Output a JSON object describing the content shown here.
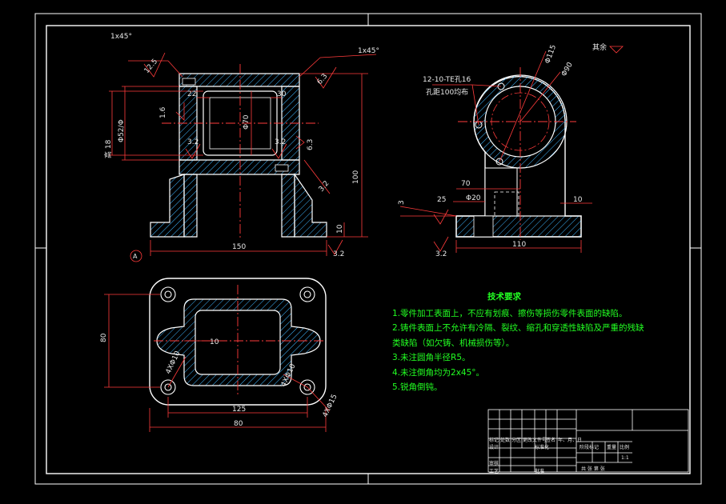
{
  "colors": {
    "background": "#000000",
    "outline": "#ffffff",
    "dimension": "#ff3b3b",
    "center_line": "#ff3b3b",
    "hatch": "#3fb6ff",
    "notes": "#22ff22"
  },
  "front_view": {
    "chamfer_left": "1x45°",
    "chamfer_right": "1x45°",
    "rough_12": "12.5",
    "rough_3_2_a": "3.2",
    "rough_3_2_b": "3.2",
    "rough_6_3": "6.3",
    "rough_6_3_b": "6.3",
    "rough_1_6": "1.6",
    "rough_3_2_c": "3.2",
    "dim_top_left": "22",
    "dim_top_right": "30",
    "dim_bore": "Φ70",
    "dim_phi_left": "Φ52/Φ",
    "dim_height_left": "高 18",
    "dim_height_total": "100",
    "dim_base": "10",
    "dim_width": "150",
    "rough_3_2_d": "3.2",
    "section_mark": "A"
  },
  "side_view": {
    "note_leader_1": "12-10-TE孔16",
    "note_leader_2": "孔距100均布",
    "dim_phi_outer": "Φ115",
    "dim_phi_inner": "Φ90",
    "dim_70": "70",
    "dim_phi_left": "Φ20",
    "dim_25": "25",
    "dim_10": "10",
    "dim_3": "3",
    "dim_width": "110",
    "rough_3_2": "3.2",
    "remaining": "其余"
  },
  "top_view": {
    "dim_height": "80",
    "dim_10": "10",
    "dim_hole_left": "4XΦ10",
    "dim_hole_right": "4XΦ10",
    "dim_hole_bottom": "4XΦ15",
    "dim_inner": "125",
    "dim_outer": "80"
  },
  "notes": {
    "title": "技术要求",
    "items": [
      "1.零件加工表面上，不应有划痕、擦伤等损伤零件表面的缺陷。",
      "2.铸件表面上不允许有冷隔、裂纹、缩孔和穿透性缺陷及严重的残缺",
      "类缺陷（如欠铸、机械损伤等）。",
      "3.未注圆角半径R5。",
      "4.未注倒角均为2x45°。",
      "5.锐角倒钝。"
    ]
  },
  "title_block": {
    "row1": [
      "标记",
      "处数",
      "分区",
      "更改文件号",
      "签名",
      "年、月、日"
    ],
    "designer": "设计",
    "standard": "标准化",
    "review": "审核",
    "process": "工艺",
    "approve": "批准",
    "stage": "阶段标记",
    "weight": "重量",
    "scale": "比例",
    "scale_value": "1:1",
    "sheets": "共  张  第  张"
  }
}
